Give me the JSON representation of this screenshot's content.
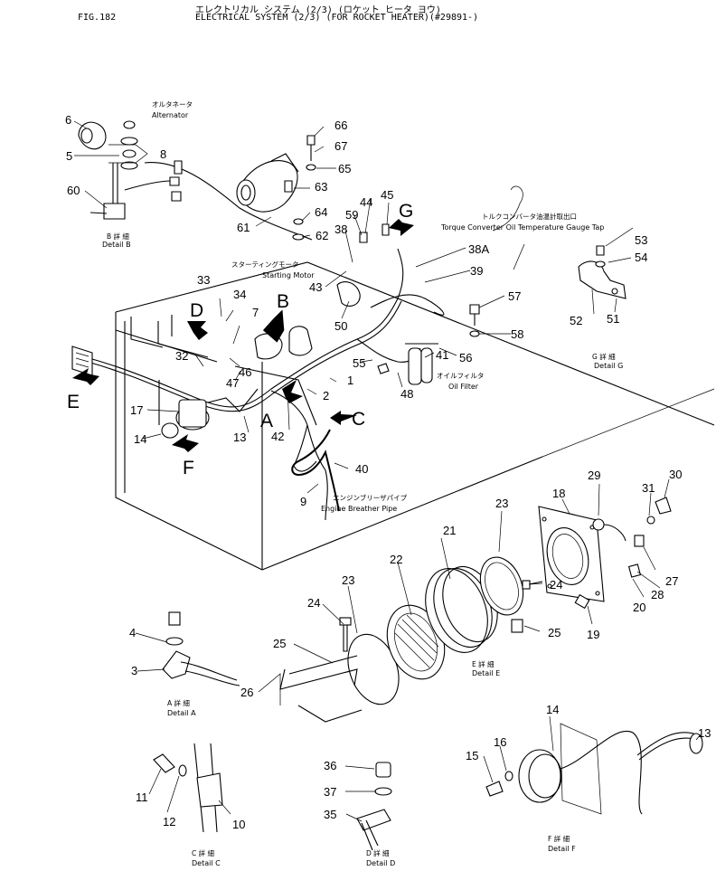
{
  "header": {
    "fig": "FIG.182",
    "title_jp": "エレクトリカル システム (2/3) (ロケット ヒータ ヨウ)",
    "title_en": "ELECTRICAL SYSTEM (2/3) (FOR ROCKET HEATER)(#29891-)"
  },
  "labels": {
    "alternator_jp": "オルタネータ",
    "alternator": "Alternator",
    "starting_motor_jp": "スターティングモータ",
    "starting_motor": "Starting Motor",
    "torque_jp": "トルクコンバータ油温計取出口",
    "torque": "Torque Converter Oil Temperature Gauge Tap",
    "oil_filter_jp": "オイルフィルタ",
    "oil_filter": "Oil Filter",
    "breather_jp": "エンジンブリーザパイプ",
    "breather": "Engine Breather Pipe",
    "detail_a_jp": "A 詳 細",
    "detail_a": "Detail A",
    "detail_b_jp": "B 詳 細",
    "detail_b": "Detail B",
    "detail_c_jp": "C 詳 細",
    "detail_c": "Detail C",
    "detail_d_jp": "D 詳 細",
    "detail_d": "Detail D",
    "detail_e_jp": "E 詳 細",
    "detail_e": "Detail E",
    "detail_f_jp": "F 詳 細",
    "detail_f": "Detail F",
    "detail_g_jp": "G 詳 細",
    "detail_g": "Detail G"
  },
  "view_letters": [
    "A",
    "B",
    "C",
    "D",
    "E",
    "F",
    "G"
  ],
  "callouts": [
    "1",
    "2",
    "3",
    "4",
    "5",
    "6",
    "7",
    "8",
    "9",
    "10",
    "11",
    "12",
    "13",
    "14",
    "15",
    "16",
    "17",
    "18",
    "19",
    "20",
    "21",
    "22",
    "23",
    "24",
    "25",
    "26",
    "27",
    "28",
    "29",
    "30",
    "31",
    "32",
    "33",
    "34",
    "35",
    "36",
    "37",
    "38",
    "38A",
    "39",
    "40",
    "41",
    "42",
    "43",
    "44",
    "45",
    "46",
    "47",
    "48",
    "50",
    "51",
    "52",
    "53",
    "54",
    "55",
    "56",
    "57",
    "58",
    "59",
    "60",
    "61",
    "62",
    "63",
    "64",
    "65",
    "66",
    "67"
  ]
}
